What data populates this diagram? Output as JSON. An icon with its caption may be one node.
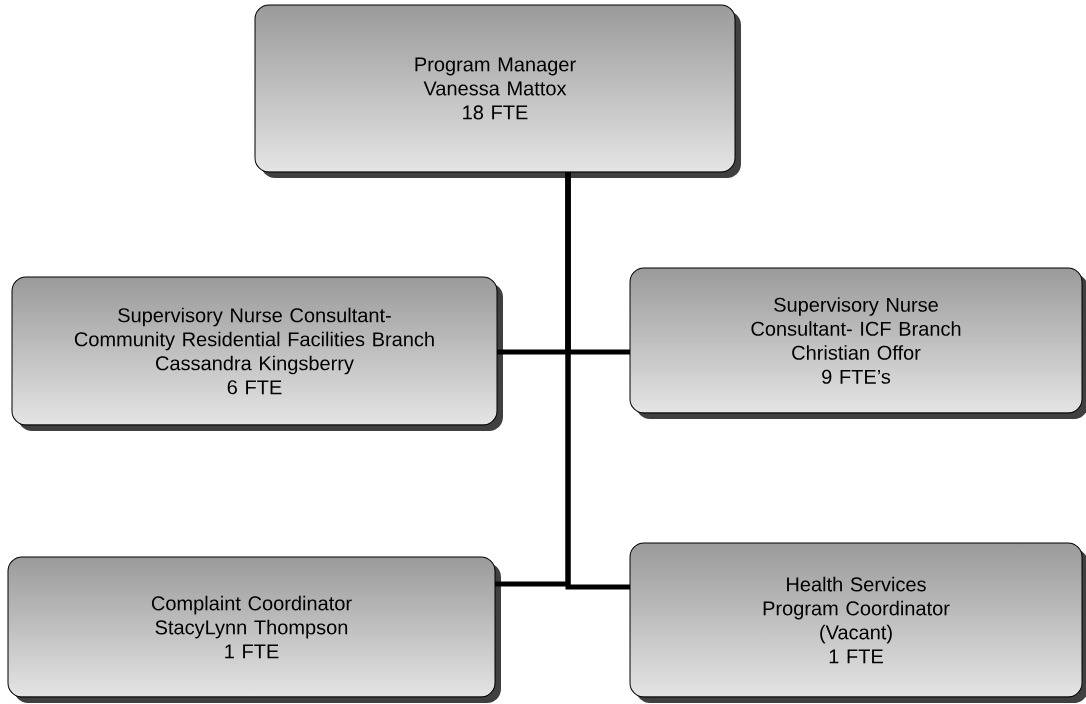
{
  "diagram": {
    "nodes": [
      {
        "text": [
          "Program Manager",
          "Vanessa Mattox",
          "18 FTE"
        ]
      },
      {
        "text": [
          "Supervisory Nurse Consultant- Community Residential Facilities Branch",
          "Cassandra Kingsberry",
          "6 FTE"
        ]
      },
      {
        "text": [
          "Supervisory Nurse Consultant- ICF Branch",
          "Christian Offor",
          "9 FTE’s"
        ]
      },
      {
        "text": [
          "Complaint Coordinator",
          "StacyLynn Thompson",
          "1 FTE"
        ]
      },
      {
        "text": [
          "Health Services Program Coordinator",
          "(Vacant)",
          "1 FTE"
        ]
      }
    ],
    "edges": [
      {
        "from": 0,
        "to": 1,
        "arrow": "none"
      },
      {
        "from": 0,
        "to": 2,
        "arrow": "none"
      },
      {
        "from": 0,
        "to": 3,
        "arrow": "none"
      },
      {
        "from": 0,
        "to": 4,
        "arrow": "none"
      }
    ]
  }
}
